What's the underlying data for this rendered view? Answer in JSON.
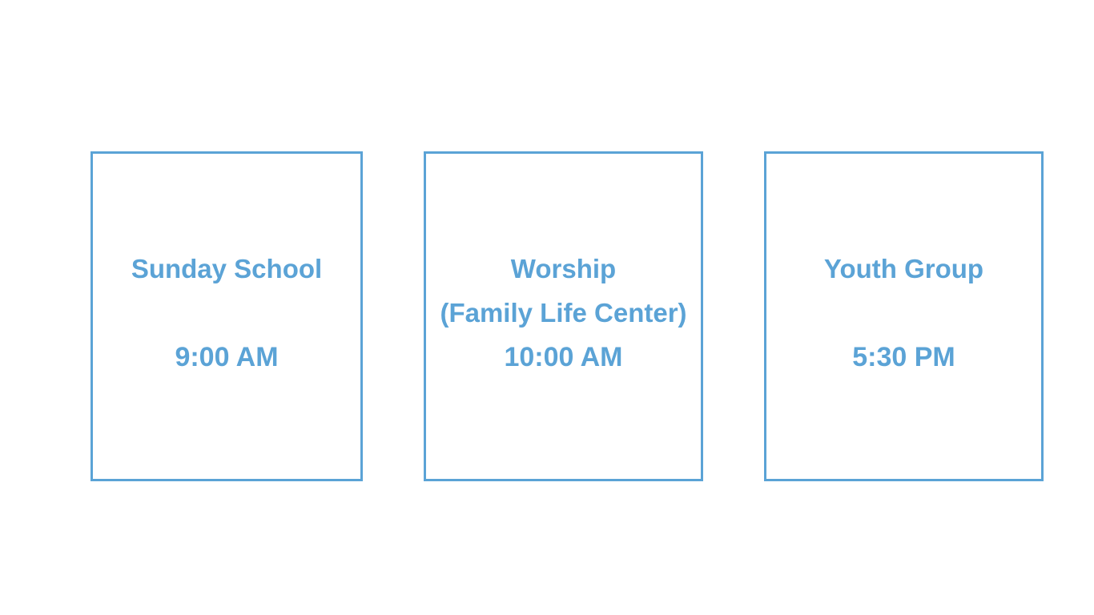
{
  "accent_color": "#5ba3d6",
  "services": [
    {
      "title_lines": [
        "Sunday School"
      ],
      "time": "9:00 AM"
    },
    {
      "title_lines": [
        "Worship",
        "(Family Life Center)"
      ],
      "time": "10:00 AM"
    },
    {
      "title_lines": [
        "Youth Group"
      ],
      "time": "5:30 PM"
    }
  ]
}
